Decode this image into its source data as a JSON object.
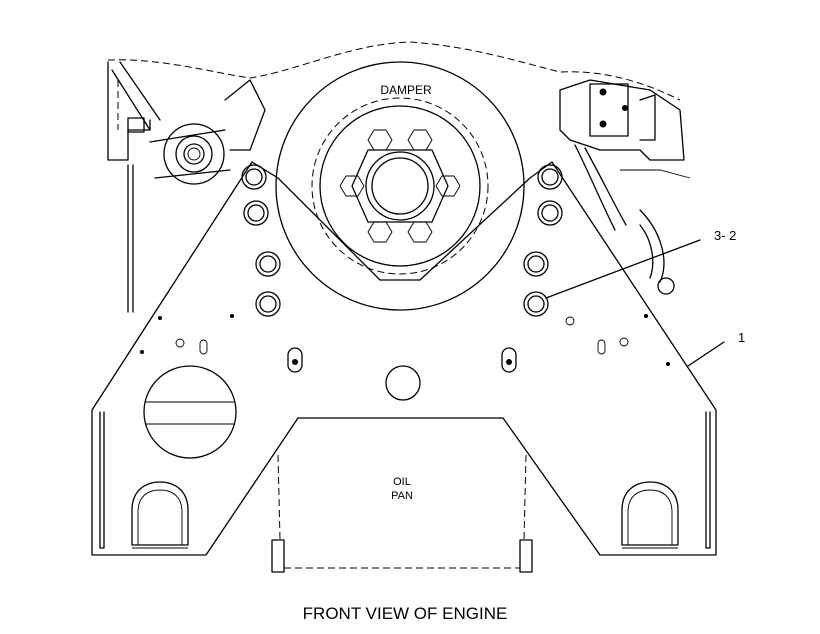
{
  "labels": {
    "damper": "DAMPER",
    "oil_pan_line1": "OIL",
    "oil_pan_line2": "PAN",
    "callout_bolts": "3- 2",
    "callout_plate": "1",
    "caption": "FRONT VIEW OF ENGINE"
  }
}
